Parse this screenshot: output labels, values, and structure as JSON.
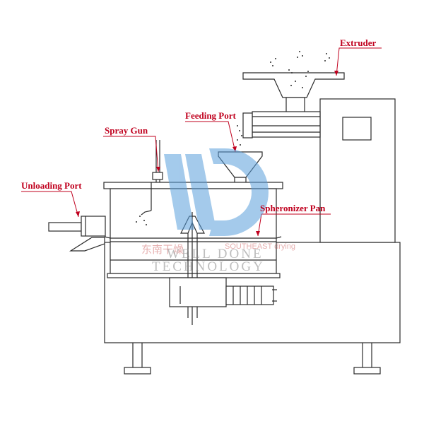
{
  "labels": {
    "extruder": "Extruder",
    "feeding_port": "Feeding Port",
    "spray_gun": "Spray Gun",
    "unloading_port": "Unloading Port",
    "spheronizer_pan": "Spheronizer Pan"
  },
  "watermark": {
    "logo_letters": "WD",
    "chinese_text": "东南干燥",
    "english_small": "SOUTHEAST drying",
    "line1": "WELL DONE",
    "line2": "TECHNOLOGY"
  },
  "colors": {
    "label": "#c0001e",
    "line": "#2a2a2a",
    "watermark_blue": "#5aa0dc",
    "watermark_red": "#c85050",
    "watermark_grey": "#8a8a8a"
  }
}
